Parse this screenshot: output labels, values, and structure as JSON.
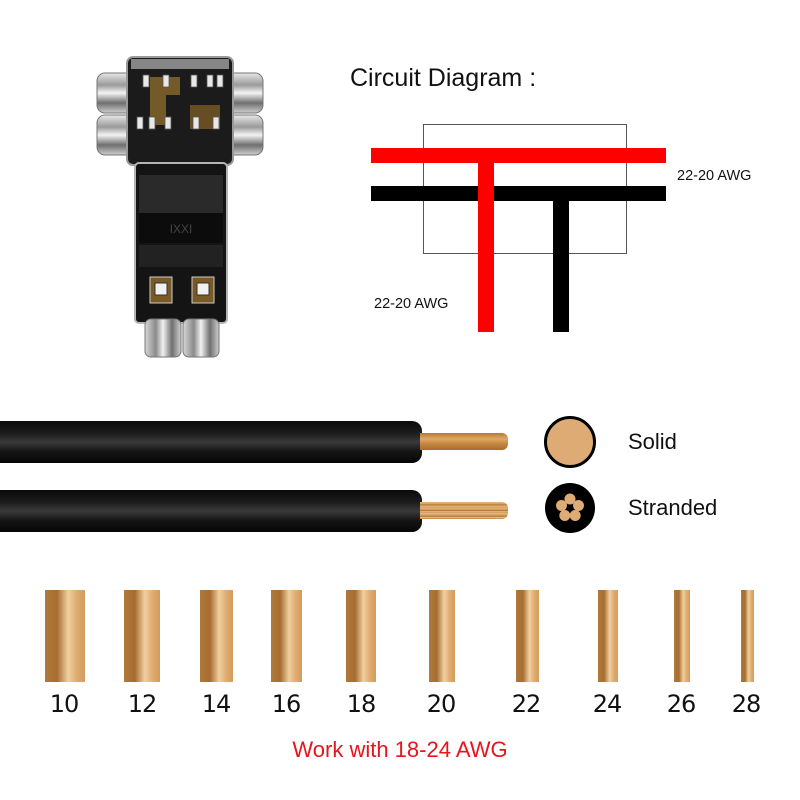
{
  "product_image": {
    "name": "T-tap wire connector",
    "marking": "IXXI"
  },
  "circuit_diagram": {
    "title": "Circuit Diagram :",
    "main_line_label": "22-20 AWG",
    "branch_line_label": "22-20 AWG",
    "colors": {
      "positive": "#ff0000",
      "negative": "#000000",
      "housing_outline": "#555555"
    }
  },
  "wire_types": [
    {
      "label": "Solid",
      "icon": "solid-wire-cross-section-icon"
    },
    {
      "label": "Stranded",
      "icon": "stranded-wire-cross-section-icon"
    }
  ],
  "gauge_scale": {
    "unit": "AWG",
    "gauges": [
      "10",
      "12",
      "14",
      "16",
      "18",
      "20",
      "22",
      "24",
      "26",
      "28"
    ],
    "bar_color": "#c98f4e"
  },
  "footer": {
    "note": "Work with 18-24 AWG",
    "note_color": "#e8141c"
  }
}
